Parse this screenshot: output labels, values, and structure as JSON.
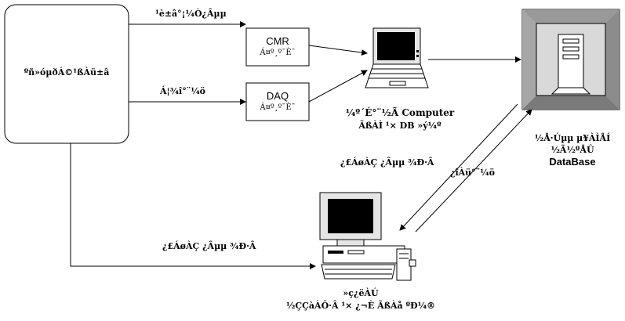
{
  "source_box": {
    "label": "ºñ»óµðÁ©¹ßÀü±â"
  },
  "cmr": {
    "title": "CMR",
    "subtitle": "Á¤º¸º¯È¯"
  },
  "daq": {
    "title": "DAQ",
    "subtitle": "Á¤º¸º¯È¯"
  },
  "edges": {
    "source_to_cmr": "¹è±â°¡¼Ò¿Âµµ",
    "source_to_daq": "Á¦¾î°¨¼ö",
    "db_to_client": "¿£ÁøÀÇ ¿Âµµ ¾Ð·Â",
    "client_to_db": "¿îÀü°¨¼ö",
    "source_to_client": "¿£ÁøÀÇ ¿Âµµ ¾Ð·Â"
  },
  "computer": {
    "line1": "¼º´É°¨½Ã Computer",
    "line2": "ÃßÀÌ ¹× DB »ý¼º"
  },
  "database": {
    "line1": "½Å·Úµµ µ¥ÀÌÅÍ",
    "line2": "½Ã½ºÅÛ",
    "line3": "DataBase"
  },
  "client": {
    "line1": "»ç¿ëÀÚ",
    "line2": "½ÇÇàÀÔ·Â ¹× ¿¬È­ ÃßÀå ºÐ¼®"
  }
}
